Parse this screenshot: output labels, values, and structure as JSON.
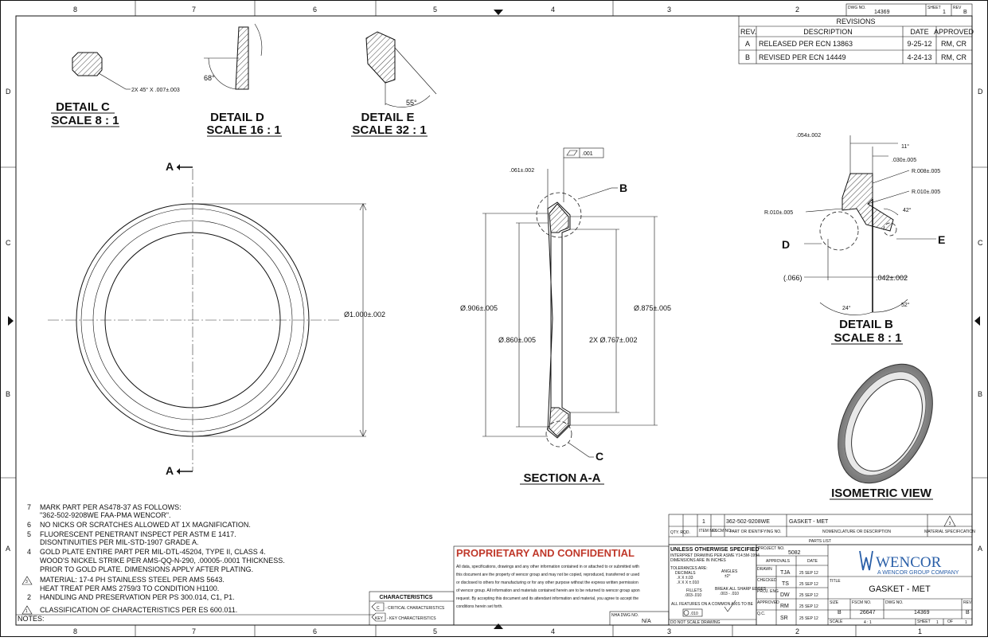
{
  "zones": {
    "cols": [
      "8",
      "7",
      "6",
      "5",
      "4",
      "3",
      "2",
      "1"
    ],
    "rows": [
      "D",
      "C",
      "B",
      "A"
    ]
  },
  "header": {
    "dwg_label": "DWG NO.",
    "dwg_no": "14369",
    "sheet_label": "SHEET",
    "sheet": "1",
    "rev_label": "REV",
    "rev": "B"
  },
  "revisions": {
    "title": "REVISIONS",
    "cols": [
      "REV.",
      "DESCRIPTION",
      "DATE",
      "APPROVED"
    ],
    "rows": [
      {
        "rev": "A",
        "desc": "RELEASED PER ECN 13863",
        "date": "9-25-12",
        "approved": "RM, CR"
      },
      {
        "rev": "B",
        "desc": "REVISED PER ECN 14449",
        "date": "4-24-13",
        "approved": "RM, CR"
      }
    ]
  },
  "details": {
    "c": {
      "title": "DETAIL C",
      "scale": "SCALE 8 : 1",
      "note": "2X 45° X .007±.003"
    },
    "d": {
      "title": "DETAIL D",
      "scale": "SCALE 16 : 1",
      "angle": "68°"
    },
    "e": {
      "title": "DETAIL E",
      "scale": "SCALE 32 : 1",
      "angle": "55°"
    },
    "b": {
      "title": "DETAIL B",
      "scale": "SCALE 8 : 1",
      "dims": {
        "top_width": ".054±.002",
        "angle_11": "11°",
        "d030": ".030±.005",
        "r008": "R.008±.005",
        "r010_right": "R.010±.005",
        "r010_left": "R.010±.005",
        "angle_42": "42°",
        "ref066": "(.066)",
        "d042": ".042±.002",
        "angle_24": "24°",
        "angle_52": "52°"
      },
      "label_d": "D",
      "label_e": "E"
    }
  },
  "plan_view": {
    "label_a": "A",
    "dia": "Ø1.000±.002"
  },
  "section": {
    "title": "SECTION A-A",
    "flatness": ".001",
    "top_dim": ".061±.002",
    "d906": "Ø.906±.005",
    "d860": "Ø.860±.005",
    "d767": "2X  Ø.767±.002",
    "d875": "Ø.875±.005",
    "label_b": "B",
    "label_c": "C"
  },
  "isometric": {
    "title": "ISOMETRIC VIEW"
  },
  "notes": {
    "lines": [
      {
        "n": "7",
        "t": "MARK PART PER AS478-37 AS FOLLOWS:"
      },
      {
        "n": "",
        "t": "\"362-502-9208WE  FAA-PMA  WENCOR\"."
      },
      {
        "n": "6",
        "t": "NO NICKS OR SCRATCHES ALLOWED AT 1X MAGNIFICATION."
      },
      {
        "n": "5",
        "t": "FLUORESCENT PENETRANT INSPECT PER ASTM E 1417."
      },
      {
        "n": "",
        "t": "DISONTINUITIES PER MIL-STD-1907 GRADE A."
      },
      {
        "n": "4",
        "t": "GOLD PLATE ENTIRE PART PER MIL-DTL-45204, TYPE II, CLASS 4."
      },
      {
        "n": "",
        "t": "WOOD'S NICKEL STRIKE PER AMS-QQ-N-290, .00005-.0001 THICKNESS."
      },
      {
        "n": "",
        "t": "PRIOR TO GOLD PLATE. DIMENSIONS APPLY AFTER PLATING."
      },
      {
        "n": "3",
        "t": "MATERIAL: 17-4 PH STAINLESS STEEL PER AMS 5643."
      },
      {
        "n": "",
        "t": "HEAT TREAT PER AMS 2759/3 TO CONDITION H1100."
      },
      {
        "n": "2",
        "t": "HANDLING AND PRESERVATION PER PS 300.014, C1, P1."
      },
      {
        "n": "1",
        "t": "CLASSIFICATION OF CHARACTERISTICS PER ES 600.011."
      }
    ],
    "label": "NOTES:"
  },
  "characteristics": {
    "title": "CHARACTERISTICS",
    "critical_key": "C",
    "critical": "- CRITICAL CHARACTERISTICS",
    "key_key": "KEY",
    "key": "- KEY CHARACTERISTICS"
  },
  "proprietary": {
    "title": "PROPRIETARY AND CONFIDENTIAL",
    "lines": [
      "All data, specifications, drawings and any other information contained in or attached to or submitted with",
      "this document are the property of wencor group and may not be copied, reproduced, transferred or used",
      "or disclosed to others for manufacturing or for any other purpose without the express written permission",
      "of wencor group. All information and materials contained herein are to be returned to wencor group upon",
      "request. By accepting this document and its attendant information and material, you agree to accept the",
      "conditions herein set forth."
    ],
    "nha_label": "NHA DWG NO.",
    "nha": "N/A"
  },
  "parts_list": {
    "qty": "1",
    "item": "1",
    "part": "362-502-9208WE",
    "desc": "GASKET - MET",
    "note": "3",
    "h_qty": "QTY. RQD.",
    "h_item": "ITEM NO.",
    "h_fscm": "FSCM NO.",
    "h_part": "PART OR IDENTIFYING NO.",
    "h_nom": "NOMENCLATURE OR DESCRIPTION",
    "h_mat": "MATERIAL SPECIFICATION",
    "title": "PARTS LIST"
  },
  "tolerances": {
    "title": "UNLESS OTHERWISE SPECIFIED",
    "l1": "INTERPRET DRAWING PER ASME Y14.5M-1994",
    "l2": "DIMENSIONS ARE IN INCHES",
    "tol": "TOLERANCES ARE:",
    "dec": "DECIMALS",
    "x1": ".X X ±.03",
    "x2": ".X X X ±.010",
    "ang": "ANGLES",
    "angv": "±2°",
    "fil": "FILLETS",
    "filv": ".003-.010",
    "brk": "BREAK ALL SHARP EDGES",
    "brkv": ".003 - .010",
    "feat": "ALL FEATURES ON A COMMON AXIS TO BE",
    "featv": ".010",
    "noscale": "DO NOT SCALE DRAWING"
  },
  "title_block": {
    "project_label": "PROJECT NO.",
    "project": "5082",
    "approvals": "APPROVALS",
    "date": "DATE",
    "drawn_l": "DRAWN",
    "drawn": "TJA",
    "drawn_d": "25 SEP 12",
    "checked_l": "CHECKED",
    "checked": "TS",
    "checked_d": "25 SEP 12",
    "proj_l": "PROJ. ENG",
    "proj": "DW",
    "proj_d": "25 SEP 12",
    "appr_l": "APPROVED",
    "appr": "RM",
    "appr_d": "25 SEP 12",
    "qc_l": "Q.C.",
    "qc": "SR",
    "qc_d": "25 SEP 12",
    "company": "WENCOR",
    "company_sub": "A WENCOR GROUP COMPANY",
    "title_label": "TITLE",
    "title": "GASKET - MET",
    "size_label": "SIZE",
    "size": "B",
    "fscm_label": "FSCM NO.",
    "fscm": "26647",
    "dwg_label": "DWG NO.",
    "dwg": "14369",
    "rev_label": "REV.",
    "rev": "B",
    "scale_label": "SCALE",
    "scale": "4 : 1",
    "sheet_label": "SHEET",
    "sheet": "1",
    "of_label": "OF",
    "of": "1",
    "brand_color": "#2a5fa8"
  }
}
